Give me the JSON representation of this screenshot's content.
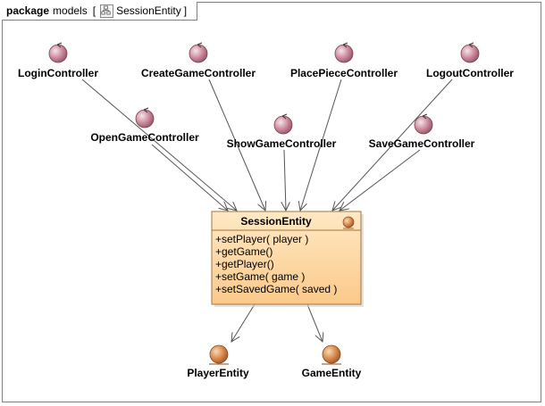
{
  "header": {
    "keyword": "package",
    "package_name": "models",
    "diagram_name": "SessionEntity",
    "diagram_icon": "class-diagram-icon"
  },
  "controllers": [
    "LoginController",
    "CreateGameController",
    "PlacePieceController",
    "LogoutController",
    "OpenGameController",
    "ShowGameController",
    "SaveGameController"
  ],
  "session_entity": {
    "name": "SessionEntity",
    "icon": "entity-icon",
    "operations": [
      "+setPlayer( player )",
      "+getGame()",
      "+getPlayer()",
      "+setGame( game )",
      "+setSavedGame( saved )"
    ]
  },
  "entities": [
    "PlayerEntity",
    "GameEntity"
  ],
  "colors": {
    "control_fill": "#c9889a",
    "entity_fill": "#d7884b",
    "class_fill_top": "#ffe9c4",
    "class_fill_bottom": "#fbc98a",
    "class_border": "#a8743a",
    "line": "#555555"
  }
}
